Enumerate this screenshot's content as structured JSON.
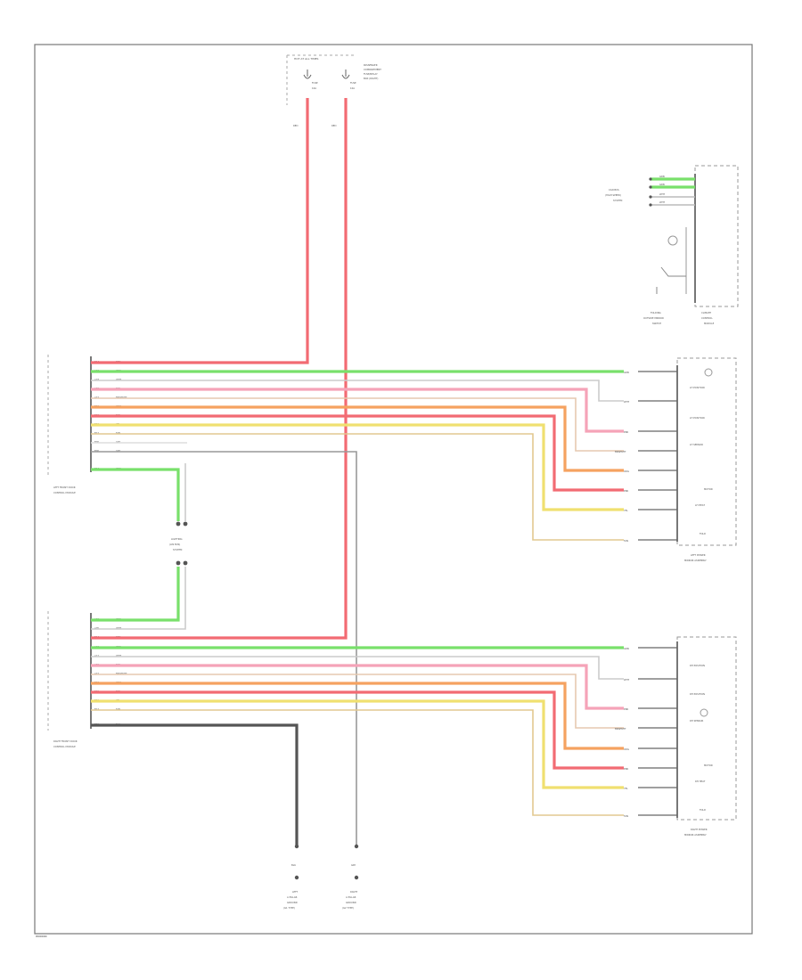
{
  "page": {
    "footer_id": "W00000"
  },
  "colors": {
    "red": "#f26b73",
    "pink": "#f5a3b8",
    "green": "#79e06b",
    "orange": "#f5a260",
    "yellow": "#f0e070",
    "tan": "#e2c890",
    "white": "#dcdcdc",
    "gray": "#555555",
    "black": "#333333",
    "frame": "#777777"
  },
  "hot_at_all_times": {
    "title": "HOT AT ALL TIMES",
    "left_fuse": {
      "fuse": "FUSE",
      "amp": "10A"
    },
    "right_fuse": {
      "fuse": "FUSE",
      "amp": "10A"
    },
    "right_label": [
      "PASSENGER",
      "COMPARTMENT",
      "FUSE/RELAY",
      "BOX (RIGHT)"
    ],
    "wire_left": "RED",
    "wire_right": "RED"
  },
  "top_right_module": {
    "side_label": [
      "CAN BUS",
      "(HIGH SPEED)",
      "SYSTEM"
    ],
    "wires": [
      "GRN",
      "GRN",
      "WHT",
      "WHT"
    ],
    "switch_label": [
      "FOLDING",
      "OUTSIDE MIRROR",
      "SWITCH"
    ],
    "module_label": [
      "CLIMATE",
      "CONTROL",
      "MODULE"
    ]
  },
  "left_front_module": {
    "label": [
      "LEFT FRONT DOOR",
      "CONTROL MODULE"
    ],
    "pins": [
      {
        "pin": "B14",
        "color": "RED"
      },
      {
        "pin": "A12",
        "color": "GRN"
      },
      {
        "pin": "A18",
        "color": "WHT"
      },
      {
        "pin": "A28",
        "color": "PNK"
      },
      {
        "pin": "A22",
        "color": "BRN/WHT"
      },
      {
        "pin": "B10",
        "color": "ORG"
      },
      {
        "pin": "B09",
        "color": "PNK"
      },
      {
        "pin": "B16",
        "color": "YEL"
      },
      {
        "pin": "B12",
        "color": "TAN"
      },
      {
        "pin": "B06",
        "color": "GRY"
      },
      {
        "pin": "B06",
        "color": "GRY"
      },
      {
        "pin": "B04",
        "color": "GRN"
      }
    ]
  },
  "right_front_module": {
    "label": [
      "RIGHT FRONT DOOR",
      "CONTROL MODULE"
    ],
    "pins": [
      {
        "pin": "A09",
        "color": "GRN"
      },
      {
        "pin": "A05",
        "color": "WHT"
      },
      {
        "pin": "B14",
        "color": "RED"
      },
      {
        "pin": "A18",
        "color": "GRN"
      },
      {
        "pin": "A12",
        "color": "WHT"
      },
      {
        "pin": "A28",
        "color": "PNK"
      },
      {
        "pin": "A22",
        "color": "BRN/WHT"
      },
      {
        "pin": "B10",
        "color": "ORG"
      },
      {
        "pin": "B09",
        "color": "PNK"
      },
      {
        "pin": "B16",
        "color": "YEL"
      },
      {
        "pin": "B12",
        "color": "TAN"
      },
      {
        "pin": "B06",
        "color": "BLK"
      }
    ]
  },
  "lin_label": [
    "LIGHTING",
    "(LIN BUS)",
    "SYSTEM"
  ],
  "left_mirror": {
    "label": [
      "LEFT POWER",
      "MIRROR ASSEMBLY"
    ],
    "wires": [
      "GRN",
      "WHT",
      "PNK",
      "BRN/WHT",
      "ORG",
      "PNK",
      "YEL",
      "TAN"
    ],
    "inner": [
      "LH POSITION",
      "LH POSITION",
      "LH SENSOR",
      "MOTOR",
      "LH HEAT",
      "FOLD"
    ]
  },
  "right_mirror": {
    "label": [
      "RIGHT POWER",
      "MIRROR ASSEMBLY"
    ],
    "wires": [
      "GRN",
      "WHT",
      "PNK",
      "BRN/WHT",
      "ORG",
      "PNK",
      "YEL",
      "TAN"
    ],
    "inner": [
      "RH POSITION",
      "RH POSITION",
      "RH SENSOR",
      "MOTOR",
      "RH HEAT",
      "FOLD"
    ]
  },
  "grounds": {
    "left": {
      "wire": "BLK",
      "label": [
        "LEFT",
        "A PILLAR",
        "GROUND",
        "(G1 TYPE)"
      ]
    },
    "right": {
      "wire": "GRY",
      "label": [
        "RIGHT",
        "A PILLAR",
        "GROUND",
        "(G2 TYPE)"
      ]
    }
  }
}
